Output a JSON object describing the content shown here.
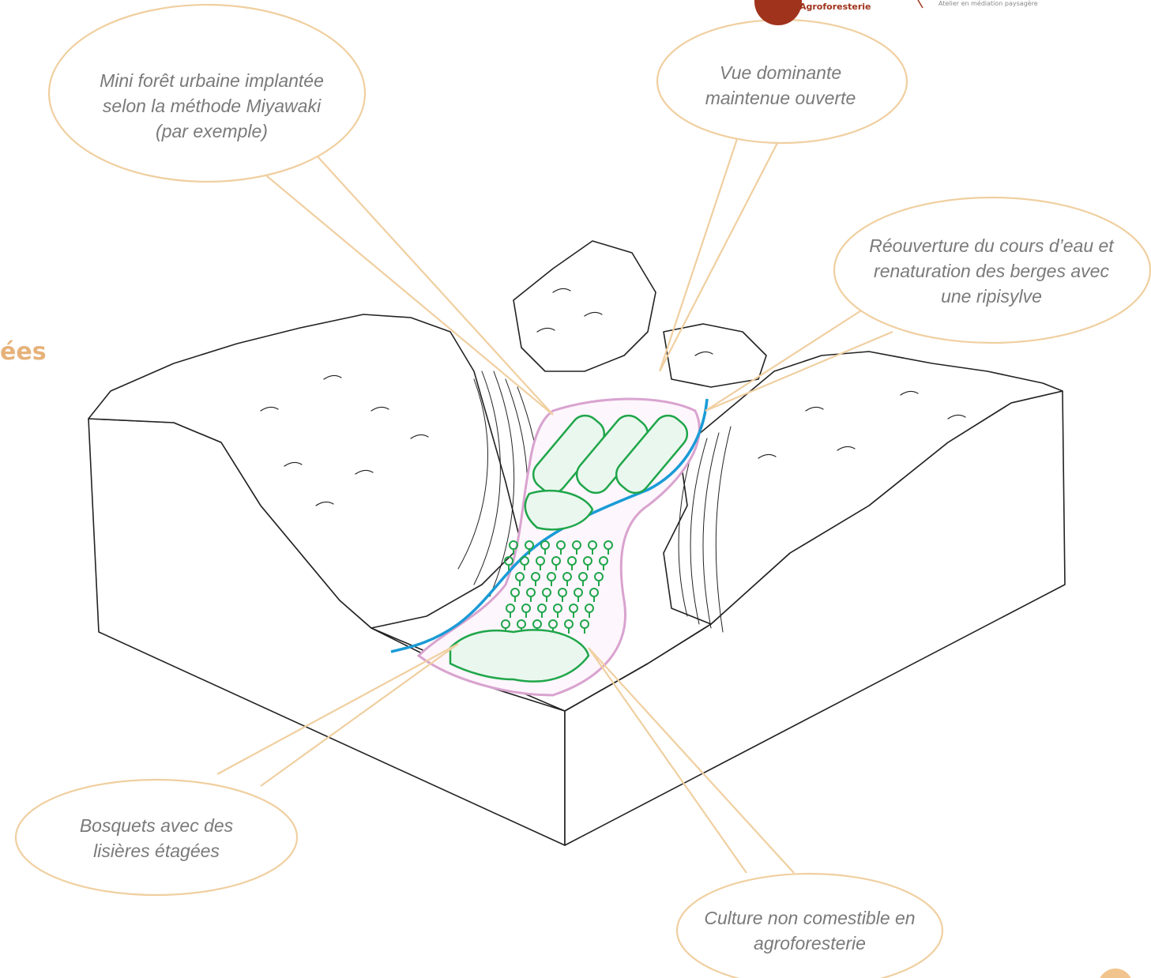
{
  "header": {
    "logo_name": "Agroforesterie",
    "logo_subtitle": "Atelier en médiation paysagère",
    "side_title_fragment": "ées"
  },
  "colors": {
    "callout_border": "#f0cfa0",
    "callout_text": "#7a7a7a",
    "river": "#1a9bd6",
    "vegetation": "#1fa64a",
    "zone_outline": "#d9a3cf",
    "accent_orange": "#e6b27a",
    "logo_red": "#a0331c"
  },
  "callouts": [
    {
      "id": "miyawaki",
      "text": "Mini forêt urbaine implantée selon la méthode Miyawaki (par exemple)"
    },
    {
      "id": "vue",
      "text": "Vue dominante maintenue ouverte"
    },
    {
      "id": "cours-eau",
      "text": "Réouverture du cours d’eau et renaturation des berges avec une ripisylve"
    },
    {
      "id": "bosquets",
      "text": "Bosquets avec des lisières étagées"
    },
    {
      "id": "culture",
      "text": "Culture non comestible en agroforesterie"
    }
  ]
}
